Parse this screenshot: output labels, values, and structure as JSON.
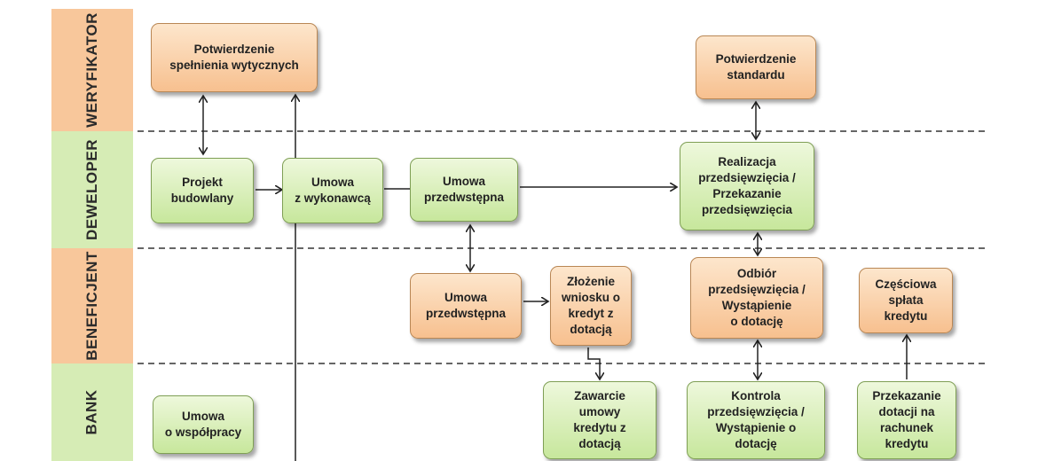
{
  "colors": {
    "lane_weryfikator": "#f8c79b",
    "lane_deweloper": "#d6ecb5",
    "lane_beneficjent": "#f8c79b",
    "lane_bank": "#d6ecb5",
    "box_orange": "#f7c08f",
    "box_green": "#c7e79c"
  },
  "lanes": [
    {
      "id": "weryfikator",
      "label": "WERYFIKATOR"
    },
    {
      "id": "deweloper",
      "label": "DEWELOPER"
    },
    {
      "id": "beneficjent",
      "label": "BENEFICJENT"
    },
    {
      "id": "bank",
      "label": "BANK"
    }
  ],
  "boxes": {
    "potw_wytycznych": "Potwierdzenie\nspełnienia wytycznych",
    "potw_standardu": "Potwierdzenie\nstandardu",
    "projekt": "Projekt\nbudowlany",
    "umowa_wykonawca": "Umowa\nz wykonawcą",
    "umowa_przedw_dev": "Umowa\nprzedwstępna",
    "realizacja": "Realizacja\nprzedsięwzięcia /\nPrzekazanie\nprzedsięwzięcia",
    "umowa_przedw_ben": "Umowa\nprzedwstępna",
    "zlozenie": "Złożenie\nwniosku o\nkredyt z\ndotacją",
    "odbior": "Odbiór\nprzedsięwzięcia /\nWystąpienie\no dotację",
    "czesciowa": "Częściowa\nspłata\nkredytu",
    "umowa_wspolpracy": "Umowa\no współpracy",
    "zawarcie": "Zawarcie\numowy\nkredytu z\ndotacją",
    "kontrola": "Kontrola\nprzedsięwzięcia /\nWystąpienie o\ndotację",
    "przekazanie_dotacji": "Przekazanie\ndotacji na\nrachunek\nkredytu"
  }
}
